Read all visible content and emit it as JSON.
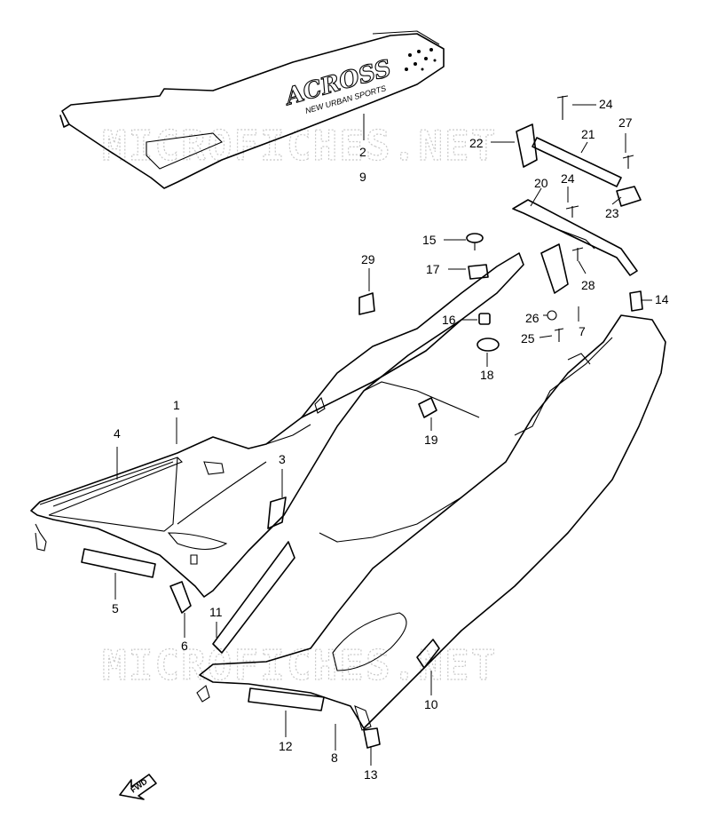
{
  "watermarks": [
    "MICROFICHES.NET",
    "MICROFICHES.NET"
  ],
  "logo": {
    "main": "ACROSS",
    "sub": "NEW URBAN SPORTS"
  },
  "fwd_label": "FWD",
  "callouts": {
    "c1": "1",
    "c2": "2",
    "c3": "3",
    "c4": "4",
    "c5": "5",
    "c6": "6",
    "c7": "7",
    "c8": "8",
    "c9": "9",
    "c10": "10",
    "c11": "11",
    "c12": "12",
    "c13": "13",
    "c14": "14",
    "c15": "15",
    "c16": "16",
    "c17": "17",
    "c18": "18",
    "c19": "19",
    "c20": "20",
    "c21": "21",
    "c22": "22",
    "c23": "23",
    "c24a": "24",
    "c24b": "24",
    "c25": "25",
    "c26": "26",
    "c27": "27",
    "c28": "28",
    "c29": "29"
  }
}
